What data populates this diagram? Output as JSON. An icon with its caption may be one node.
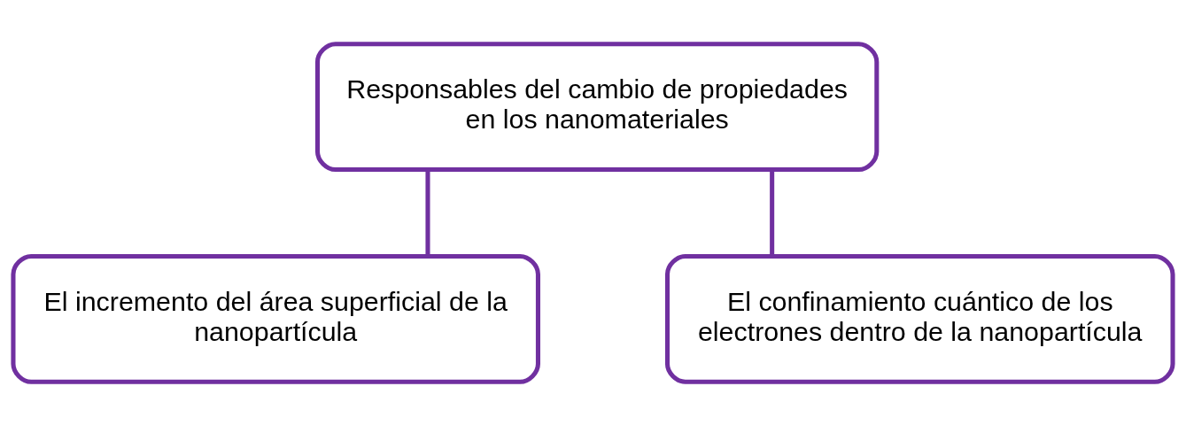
{
  "diagram": {
    "nodes": [
      {
        "text": [
          "Responsables del cambio de propiedades en los nanomateriales"
        ]
      },
      {
        "text": [
          "El incremento del área superficial de la nanopartícula"
        ]
      },
      {
        "text": [
          "El confinamiento cuántico de los electrones dentro de la nanopartícula"
        ]
      }
    ],
    "edges": [
      {
        "from": 0,
        "to": 1,
        "arrow": "none"
      },
      {
        "from": 0,
        "to": 2,
        "arrow": "none"
      }
    ]
  }
}
